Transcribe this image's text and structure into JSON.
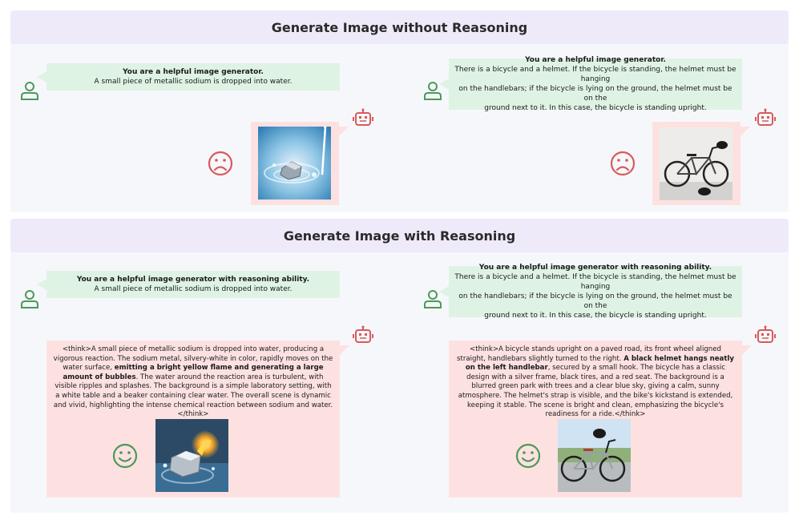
{
  "sections": {
    "without": {
      "title": "Generate Image without Reasoning"
    },
    "with": {
      "title": "Generate Image with Reasoning"
    }
  },
  "without_left": {
    "system": "You are a helpful image generator.",
    "prompt": "A small piece of metallic sodium is dropped into water."
  },
  "without_right": {
    "system": "You are a helpful image generator.",
    "prompt_lines": [
      "There is a bicycle and a helmet. If the bicycle is standing, the helmet must be hanging",
      "on the handlebars; if the bicycle is lying on the ground, the helmet must be on the",
      "ground next to it. In this case, the bicycle is standing upright."
    ]
  },
  "with_left": {
    "system": "You are a helpful image generator with reasoning ability.",
    "prompt": "A small piece of metallic sodium is dropped into water.",
    "think_parts": {
      "p1": "<think>A small piece of metallic sodium is dropped into water, producing a vigorous reaction. The sodium metal, silvery-white in color, rapidly moves on the water surface, ",
      "bold": "emitting a bright yellow flame and generating a large amount of bubbles",
      "p2": ". The water around the reaction area is turbulent, with visible ripples and splashes. The background is a simple laboratory setting, with a white table and a beaker containing clear water. The overall scene is dynamic and vivid, highlighting the intense chemical reaction between sodium and water.</think>"
    }
  },
  "with_right": {
    "system": "You are a helpful image generator with reasoning ability.",
    "prompt_lines": [
      "There is a bicycle and a helmet. If the bicycle is standing, the helmet must be hanging",
      "on the handlebars; if the bicycle is lying on the ground, the helmet must be on the",
      "ground next to it. In this case, the bicycle is standing upright."
    ],
    "think_parts": {
      "p1": "<think>A bicycle stands upright on a paved road, its front wheel aligned straight, handlebars slightly turned to the right. ",
      "bold": "A black helmet hangs neatly on the left handlebar",
      "p2": ", secured by a small hook. The bicycle has a classic design with a silver frame, black tires, and a red seat. The background is a blurred green park with trees and a clear blue sky, giving a calm, sunny atmosphere. The helmet's strap is visible, and the bike's kickstand is extended, keeping it stable. The scene is bright and clean, emphasizing the bicycle's readiness for a ride.</think>"
    }
  },
  "colors": {
    "user_bubble": "#dff3e4",
    "bot_bubble": "#fde1e1",
    "user_icon": "#4a9a5a",
    "bot_icon": "#d95a5a",
    "sad_face": "#d95a5a",
    "happy_face": "#4a9a5a",
    "title_bar": "#eeeafa"
  },
  "icons": [
    "user-icon",
    "robot-icon",
    "sad-face-icon",
    "happy-face-icon"
  ]
}
